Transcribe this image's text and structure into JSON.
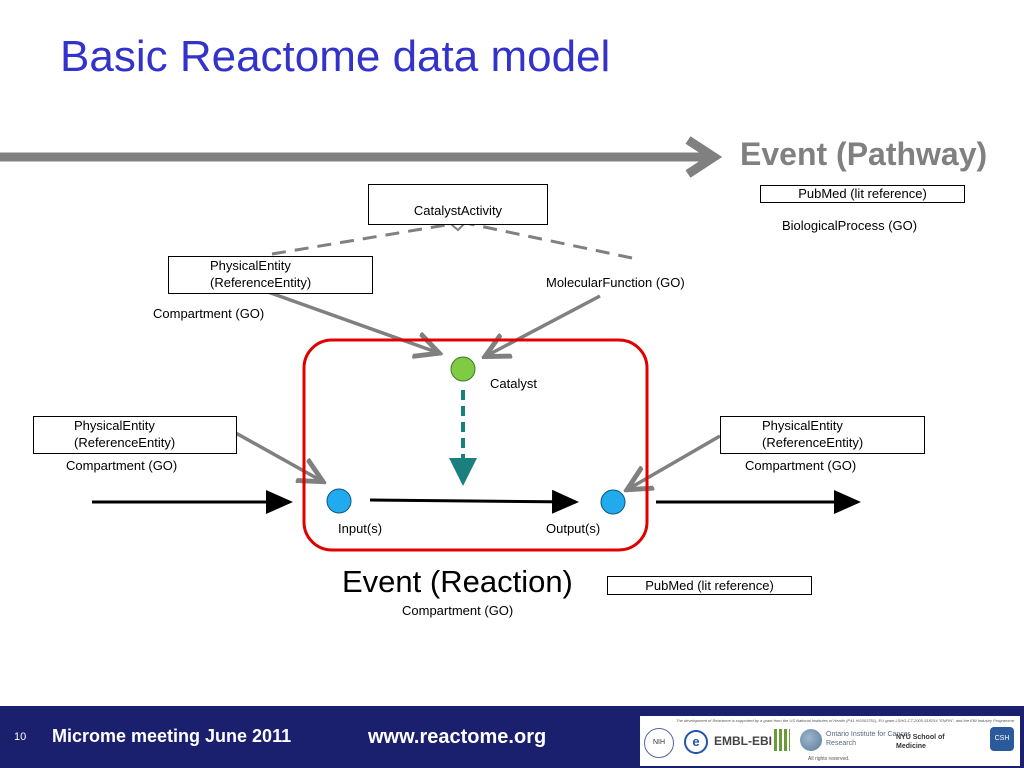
{
  "title": "Basic Reactome data model",
  "pathway": {
    "title": "Event (Pathway)",
    "pubmed_label": "PubMed (lit reference)",
    "biological_process_label": "BiologicalProcess (GO)"
  },
  "catalyst_activity": {
    "box_label": "CatalystActivity",
    "physical_entity_line1": "PhysicalEntity",
    "physical_entity_line2": "(ReferenceEntity)",
    "compartment_label": "Compartment (GO)",
    "molecular_function_label": "MolecularFunction (GO)"
  },
  "reaction": {
    "catalyst_label": "Catalyst",
    "input_label": "Input(s)",
    "output_label": "Output(s)",
    "title": "Event (Reaction)",
    "pubmed_label": "PubMed (lit reference)",
    "compartment_label": "Compartment (GO)"
  },
  "input_entity": {
    "line1": "PhysicalEntity",
    "line2": "(ReferenceEntity)",
    "compartment_label": "Compartment (GO)"
  },
  "output_entity": {
    "line1": "PhysicalEntity",
    "line2": "(ReferenceEntity)",
    "compartment_label": "Compartment (GO)"
  },
  "colors": {
    "title": "#3333cc",
    "pathway_arrow": "#808080",
    "reaction_box": "#e00000",
    "catalyst_node": "#7fcc44",
    "io_node": "#22aaee",
    "catalyst_link": "#1a7f7f",
    "footer_bg": "#1a1f6e"
  },
  "footer": {
    "slide_number": "10",
    "meeting": "Microme meeting June 2011",
    "url": "www.reactome.org",
    "funding_note": "The development of Reactome is supported by a grant from the US National Institutes of Health (P41 HG003751), EU grant LSHG-CT-2005-518254 \"ENFIN\", and the EBI Industry Programme.",
    "rights_note": "All rights reserved.",
    "logos": [
      {
        "name": "nih-logo",
        "label": "NIH"
      },
      {
        "name": "enfin-logo",
        "label": "e"
      },
      {
        "name": "embl-ebi-logo",
        "label": "EMBL-EBI"
      },
      {
        "name": "oicr-logo",
        "label": "Ontario Institute for Cancer Research"
      },
      {
        "name": "nyu-logo",
        "label": "NYU School of Medicine"
      },
      {
        "name": "cshl-logo",
        "label": "CSH"
      }
    ]
  }
}
